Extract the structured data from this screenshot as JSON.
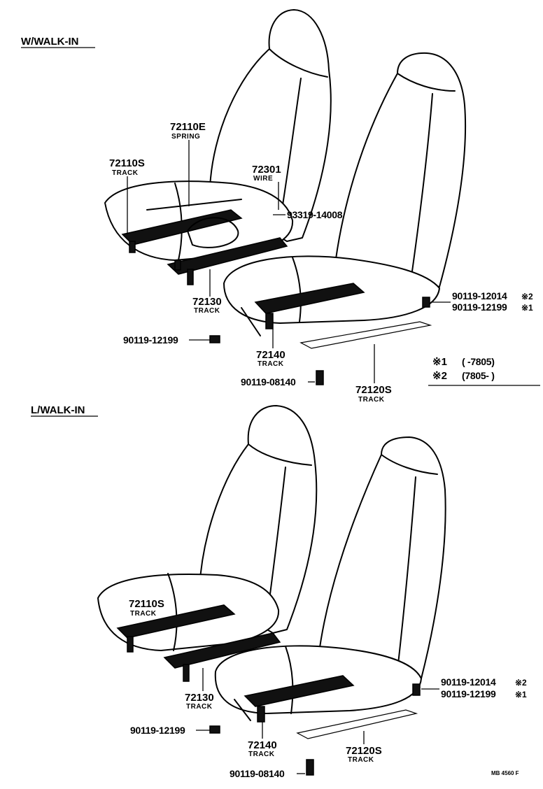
{
  "sections": [
    {
      "title": "W/WALK-IN",
      "labels": {
        "spring_num": "72110E",
        "spring_name": "SPRING",
        "track_s_num": "72110S",
        "track_s_name": "TRACK",
        "wire_num": "72301",
        "wire_name": "WIRE",
        "bolt_93319": "93319-14008",
        "track_72130_num": "72130",
        "track_72130_name": "TRACK",
        "bolt_12014": "90119-12014",
        "mark_12014": "※2",
        "bolt_12199_r": "90119-12199",
        "mark_12199_r": "※1",
        "bolt_12199_l": "90119-12199",
        "track_72140_num": "72140",
        "track_72140_name": "TRACK",
        "bolt_08140": "90119-08140",
        "track_72120_num": "72120S",
        "track_72120_name": "TRACK"
      }
    },
    {
      "title": "L/WALK-IN",
      "labels": {
        "track_s_num": "72110S",
        "track_s_name": "TRACK",
        "track_72130_num": "72130",
        "track_72130_name": "TRACK",
        "bolt_12014": "90119-12014",
        "mark_12014": "※2",
        "bolt_12199_r": "90119-12199",
        "mark_12199_r": "※1",
        "bolt_12199_l": "90119-12199",
        "track_72140_num": "72140",
        "track_72140_name": "TRACK",
        "track_72120_num": "72120S",
        "track_72120_name": "TRACK",
        "bolt_08140": "90119-08140"
      }
    }
  ],
  "legend": [
    {
      "mark": "※1",
      "range": "(       -7805)"
    },
    {
      "mark": "※2",
      "range": "(7805-       )"
    }
  ],
  "figure_id": "MB 4560 F"
}
